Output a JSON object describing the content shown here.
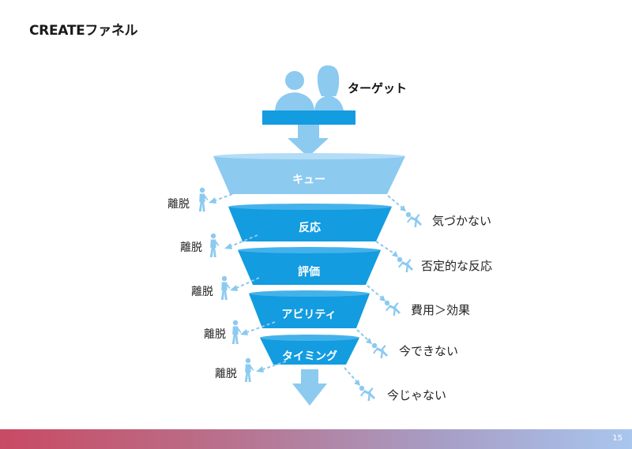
{
  "title": "CREATEファネル",
  "target_label": "ターゲット",
  "stages": [
    "キュー",
    "反応",
    "評価",
    "アビリティ",
    "タイミング"
  ],
  "leave_labels": [
    "離脱",
    "離脱",
    "離脱",
    "離脱",
    "離脱"
  ],
  "reasons": [
    "気づかない",
    "否定的な反応",
    "費用＞効果",
    "今できない",
    "今じゃない"
  ],
  "page_number": "15",
  "colors": {
    "light_blue": "#8ccaf0",
    "funnel_blue": "#139ce0",
    "dashed_arrow": "#8cc8ee",
    "footer_start": "#c94a63",
    "footer_end": "#a9c6ee"
  },
  "icons": [
    "people-icon",
    "down-arrow-icon",
    "walking-person-icon",
    "falling-person-icon"
  ]
}
